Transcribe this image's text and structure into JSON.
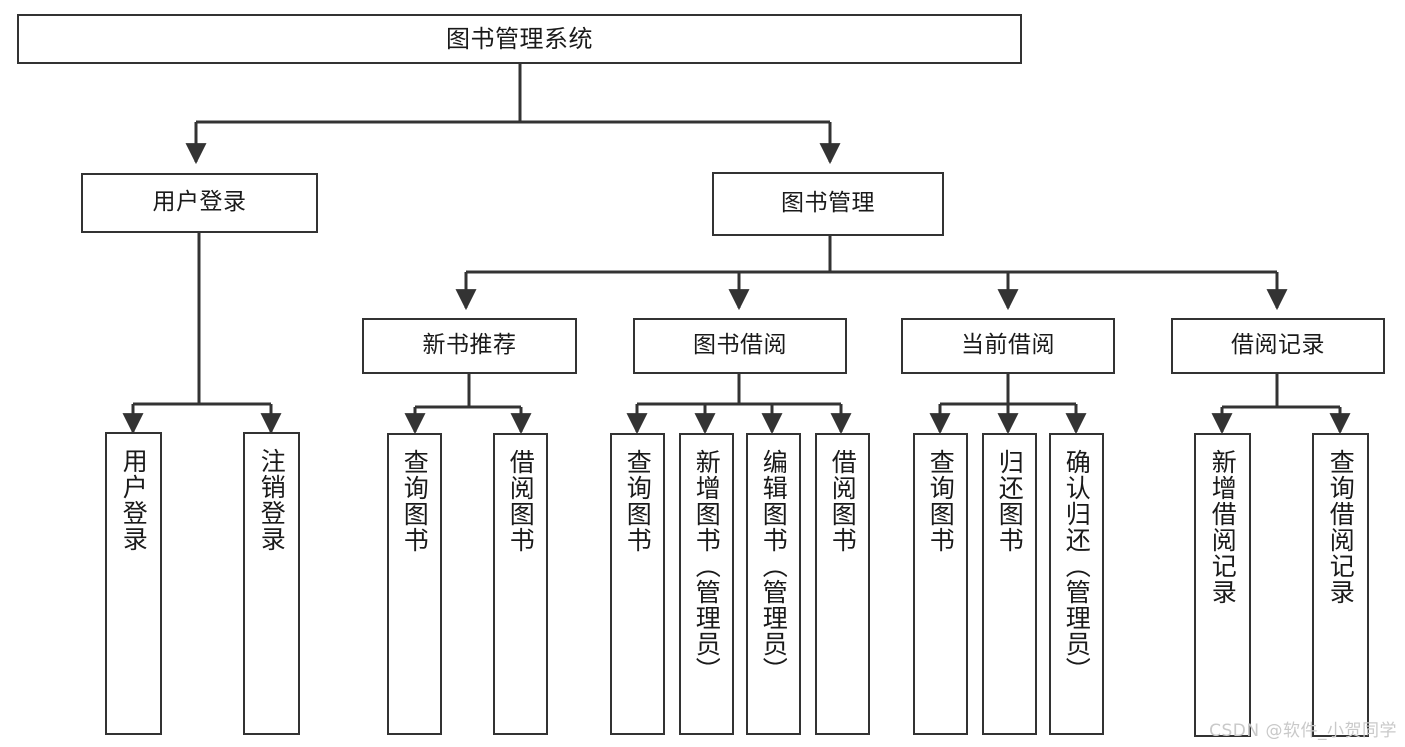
{
  "diagram": {
    "title": "图书管理系统",
    "type": "功能结构图",
    "nodes": {
      "root": {
        "label": "图书管理系统"
      },
      "level2": [
        {
          "id": "user-login",
          "label": "用户登录"
        },
        {
          "id": "book-management",
          "label": "图书管理"
        }
      ],
      "level3": [
        {
          "id": "new-book-recommend",
          "label": "新书推荐"
        },
        {
          "id": "book-borrow",
          "label": "图书借阅"
        },
        {
          "id": "current-borrow",
          "label": "当前借阅"
        },
        {
          "id": "borrow-record",
          "label": "借阅记录"
        }
      ],
      "leaves": {
        "user_login": [
          {
            "id": "leaf-user-login",
            "label": "用户登录"
          },
          {
            "id": "leaf-user-logout",
            "label": "注销登录"
          }
        ],
        "new_book_recommend": [
          {
            "id": "leaf-query-book-1",
            "label": "查询图书"
          },
          {
            "id": "leaf-borrow-book-1",
            "label": "借阅图书"
          }
        ],
        "book_borrow": [
          {
            "id": "leaf-query-book-2",
            "label": "查询图书"
          },
          {
            "id": "leaf-add-book",
            "label": "新增图书（管理员）"
          },
          {
            "id": "leaf-edit-book",
            "label": "编辑图书（管理员）"
          },
          {
            "id": "leaf-borrow-book-2",
            "label": "借阅图书"
          }
        ],
        "current_borrow": [
          {
            "id": "leaf-query-book-3",
            "label": "查询图书"
          },
          {
            "id": "leaf-return-book",
            "label": "归还图书"
          },
          {
            "id": "leaf-confirm-return",
            "label": "确认归还（管理员）"
          }
        ],
        "borrow_record": [
          {
            "id": "leaf-add-record",
            "label": "新增借阅记录"
          },
          {
            "id": "leaf-query-record",
            "label": "查询借阅记录"
          }
        ]
      }
    },
    "colors": {
      "stroke": "#333333",
      "fill": "#ffffff",
      "text": "#1a1a1a",
      "watermark": "#c9c9c9"
    }
  },
  "watermark": {
    "text": "CSDN @软件_小贺同学"
  }
}
